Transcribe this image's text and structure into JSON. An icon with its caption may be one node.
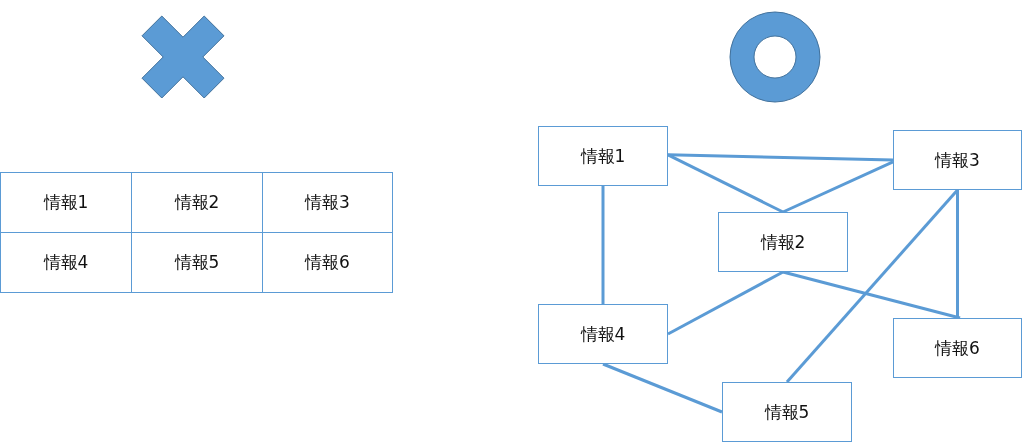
{
  "diagram": {
    "nodes": [
      {
        "text": [
          "情報1"
        ]
      },
      {
        "text": [
          "情報2"
        ]
      },
      {
        "text": [
          "情報3"
        ]
      },
      {
        "text": [
          "情報4"
        ]
      },
      {
        "text": [
          "情報5"
        ]
      },
      {
        "text": [
          "情報6"
        ]
      }
    ],
    "edges": [
      {
        "from": 0,
        "to": 2,
        "arrow": "none"
      },
      {
        "from": 0,
        "to": 1,
        "arrow": "none"
      },
      {
        "from": 2,
        "to": 1,
        "arrow": "none"
      },
      {
        "from": 0,
        "to": 3,
        "arrow": "none"
      },
      {
        "from": 1,
        "to": 3,
        "arrow": "none"
      },
      {
        "from": 1,
        "to": 5,
        "arrow": "none"
      },
      {
        "from": 2,
        "to": 5,
        "arrow": "none"
      },
      {
        "from": 2,
        "to": 4,
        "arrow": "none"
      },
      {
        "from": 3,
        "to": 4,
        "arrow": "none"
      }
    ],
    "labels": [
      "情報1",
      "情報2",
      "情報3",
      "情報4",
      "情報5",
      "情報6"
    ]
  }
}
